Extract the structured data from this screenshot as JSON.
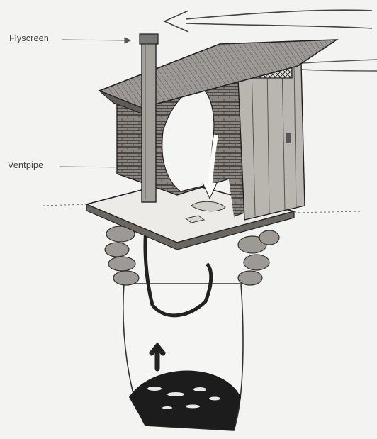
{
  "labels": {
    "flyscreen": "Flyscreen",
    "ventpipe": "Ventpipe"
  },
  "colors": {
    "ink": "#2a2a2a",
    "wall": "#7d7974",
    "door": "#b9b6b0",
    "pit_contents": "#1c1c1c",
    "paper": "#f3f3f1"
  },
  "icons": {
    "airflow_arrow": "wind-arrow",
    "ventpipe_airflow": "curved-arrow-up",
    "waste_drop": "arrow-down"
  }
}
